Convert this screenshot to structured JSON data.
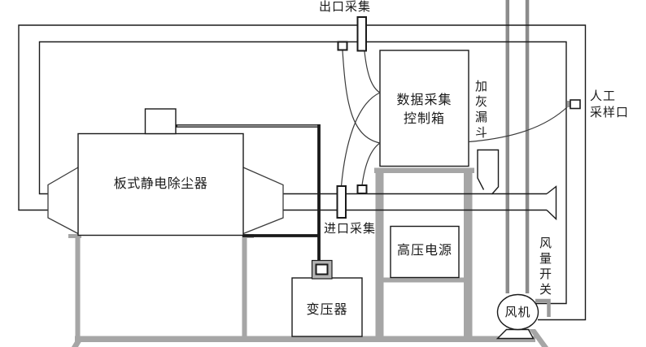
{
  "labels": {
    "outlet_sampling": "出口采集",
    "inlet_sampling": "进口采集",
    "data_acquisition_box": {
      "line1": "数据采集",
      "line2": "控制箱"
    },
    "ash_funnel": "加灰漏斗",
    "manual_sampling_port": {
      "line1": "人工",
      "line2": "采样口"
    },
    "precipitator": "板式静电除尘器",
    "high_voltage_power": "高压电源",
    "transformer": "变压器",
    "air_volume_switch": "风量开关",
    "fan": "风机"
  },
  "colors": {
    "line_black": "#1a1a1a",
    "structure_gray": "#a6a6a6",
    "pipe_gray": "#8c8c8c",
    "hook_gray": "#9a9a9a",
    "background": "#ffffff"
  }
}
